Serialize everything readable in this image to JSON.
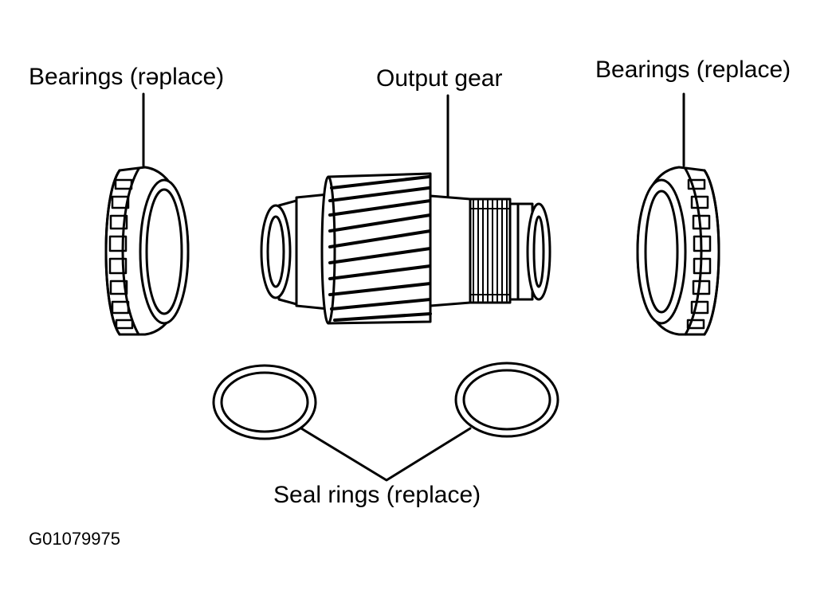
{
  "labels": {
    "bearings_left": "Bearings (rəplace)",
    "output_gear": "Output gear",
    "bearings_right": "Bearings (replace)",
    "seal_rings": "Seal rings (replace)"
  },
  "figure_id": "G01079975",
  "colors": {
    "ink": "#000000",
    "paper": "#ffffff"
  }
}
